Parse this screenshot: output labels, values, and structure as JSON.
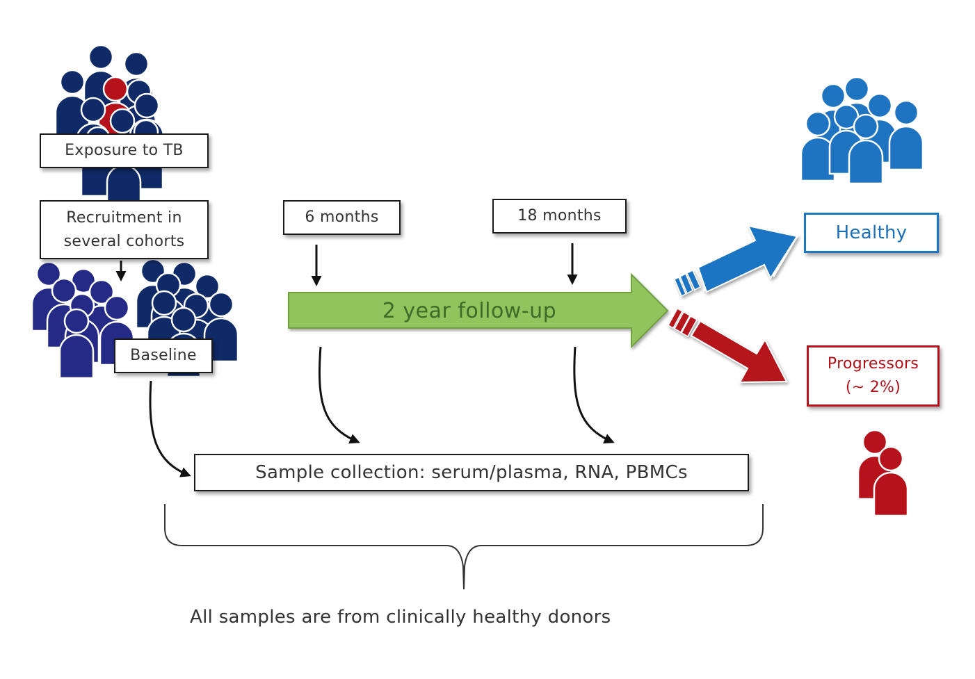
{
  "labels": {
    "exposure": "Exposure to TB",
    "recruitment_line1": "Recruitment in",
    "recruitment_line2": "several cohorts",
    "six_months": "6 months",
    "eighteen_months": "18 months",
    "baseline": "Baseline",
    "followup": "2 year follow-up",
    "sample_collection": "Sample collection: serum/plasma, RNA, PBMCs",
    "healthy": "Healthy",
    "progressors_line1": "Progressors",
    "progressors_line2": "(~ 2%)",
    "footnote": "All samples are from clinically healthy donors"
  },
  "colors": {
    "navy": "#0f2a66",
    "indigo": "#242a85",
    "blue": "#1f74c2",
    "red": "#b5121b",
    "green": "#92c45d",
    "black": "#111111"
  },
  "icons": [
    "people-group-icon",
    "person-icon",
    "block-arrow-icon",
    "curly-brace-icon"
  ]
}
